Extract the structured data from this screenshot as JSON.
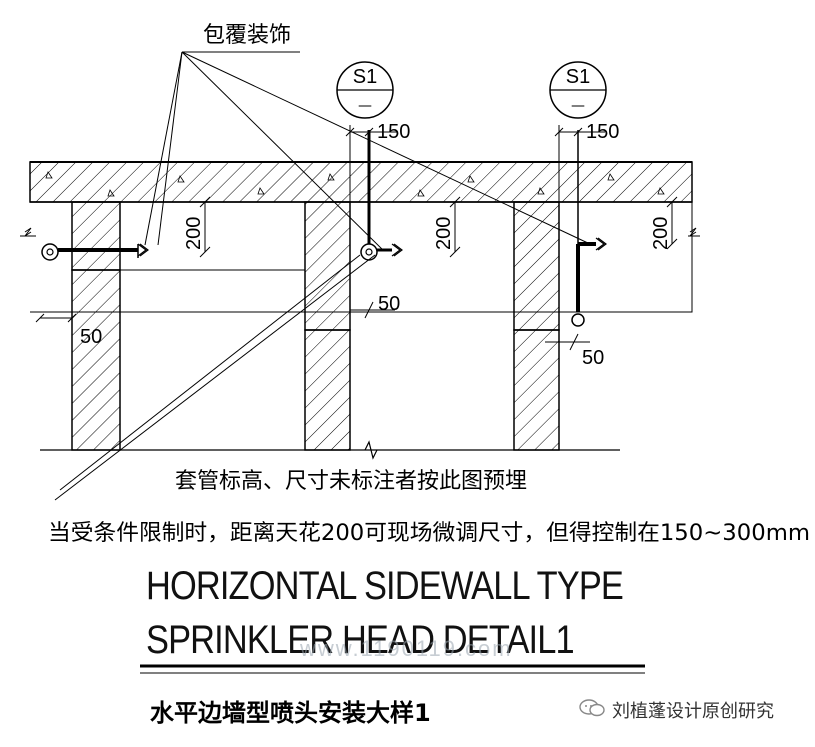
{
  "callout_top": "包覆装饰",
  "symbol": {
    "code": "S1",
    "sub": "—"
  },
  "dims": {
    "d150": "150",
    "d200": "200",
    "d50": "50"
  },
  "notes": {
    "note1": "套管标高、尺寸未标注者按此图预埋",
    "note2": "当受条件限制时，距离天花200可现场微调尺寸，但得控制在150~300mm"
  },
  "title": {
    "en_line1": "HORIZONTAL SIDEWALL TYPE",
    "en_line2": "SPRINKLER HEAD DETAIL1",
    "cn": "水平边墙型喷头安装大样1"
  },
  "watermark": "www.1190119.com",
  "brand": "刘植蓬设计原创研究",
  "colors": {
    "line": "#000000",
    "hatch": "#000000",
    "watermark": "#9aa6b0"
  }
}
